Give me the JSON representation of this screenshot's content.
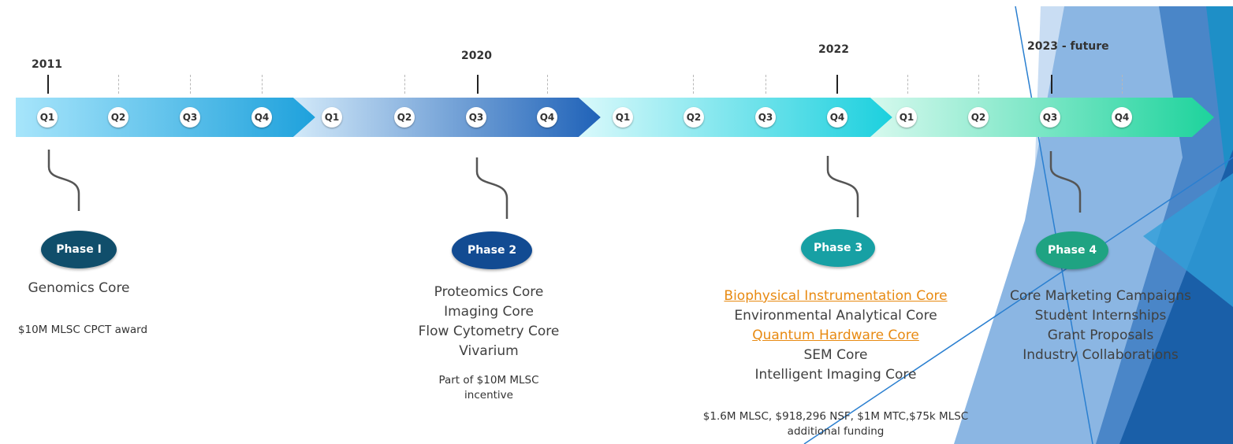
{
  "years": [
    "2011",
    "2020",
    "2022",
    "2023 - future"
  ],
  "quarters": [
    "Q1",
    "Q2",
    "Q3",
    "Q4",
    "Q1",
    "Q2",
    "Q3",
    "Q4",
    "Q1",
    "Q2",
    "Q3",
    "Q4",
    "Q1",
    "Q2",
    "Q3",
    "Q4"
  ],
  "colors": {
    "seg1": [
      "#a7e5fb",
      "#1ea1dc"
    ],
    "seg2": [
      "#d2e9f9",
      "#1f62b8"
    ],
    "seg3": [
      "#d9f9fb",
      "#1bd0de"
    ],
    "seg4": [
      "#d6f9ee",
      "#1dd39c"
    ]
  },
  "phases": [
    {
      "label": "Phase I",
      "color": "#104e6b",
      "items": [
        "Genomics Core"
      ],
      "note": [
        "$10M MLSC CPCT award"
      ]
    },
    {
      "label": "Phase 2",
      "color": "#124b92",
      "items": [
        "Proteomics Core",
        "Imaging Core",
        "Flow Cytometry Core",
        "Vivarium"
      ],
      "note": [
        "Part of $10M MLSC",
        "incentive"
      ]
    },
    {
      "label": "Phase 3",
      "color": "#17a0a4",
      "items": [
        "Biophysical Instrumentation Core",
        "Environmental Analytical Core",
        "Quantum Hardware Core",
        "SEM Core",
        "Intelligent Imaging Core"
      ],
      "note": [
        "$1.6M MLSC, $918,296 NSF, $1M MTC,$75k MLSC",
        "additional funding"
      ]
    },
    {
      "label": "Phase 4",
      "color": "#1fa382",
      "items": [
        "Core Marketing Campaigns",
        "Student Internships",
        "Grant Proposals",
        "Industry Collaborations"
      ]
    }
  ]
}
